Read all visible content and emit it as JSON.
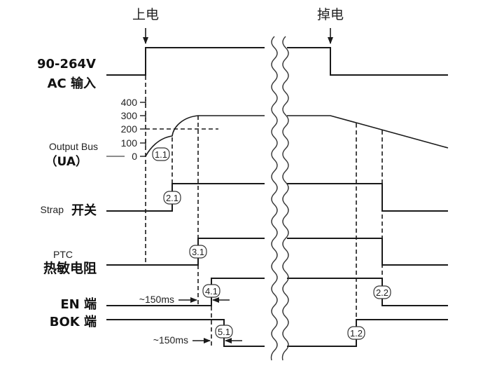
{
  "events": {
    "power_on": "上电",
    "power_off": "掉电"
  },
  "signals": {
    "ac_line1": "90-264V",
    "ac_line2": "AC 输入",
    "bus_line1": "Output Bus",
    "bus_line2": "（UA）",
    "strap_en": "Strap",
    "strap_cn": "开关",
    "ptc_line1": "PTC",
    "ptc_line2": "热敏电阻",
    "en": "EN 端",
    "bok": "BOK 端"
  },
  "bus_axis": {
    "ticks": [
      "400",
      "300",
      "200",
      "100",
      "0"
    ]
  },
  "markers": {
    "m11": "1.1",
    "m21": "2.1",
    "m31": "3.1",
    "m41": "4.1",
    "m51": "5.1",
    "m12": "1.2",
    "m22": "2.2"
  },
  "delays": {
    "en_delay": "~150ms",
    "bok_delay": "~150ms"
  },
  "colors": {
    "line": "#1a1a1a",
    "text": "#222222"
  }
}
